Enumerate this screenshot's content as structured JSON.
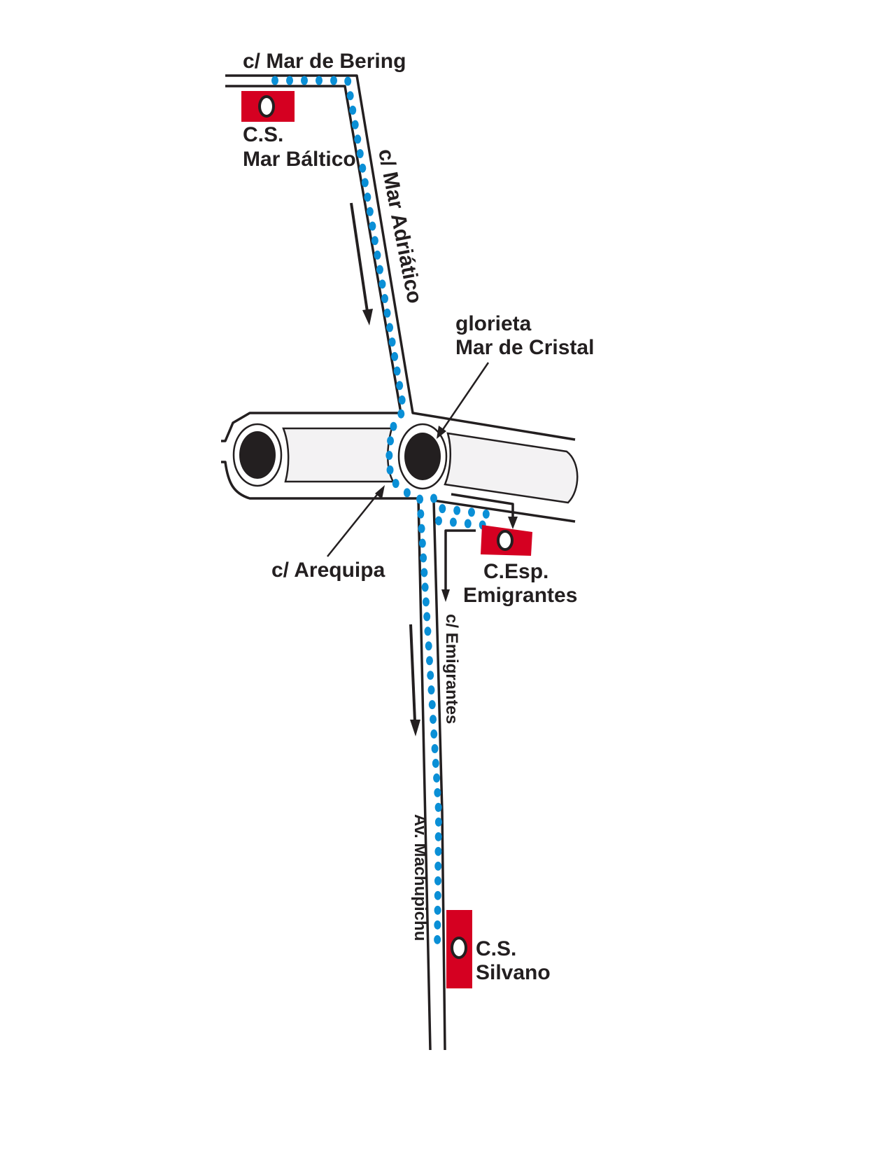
{
  "streets": {
    "mar_de_bering": "c/ Mar de Bering",
    "mar_adriatico": "c/ Mar Adriático",
    "glorieta_line1": "glorieta",
    "glorieta_line2": "Mar de Cristal",
    "arequipa": "c/ Arequipa",
    "emigrantes": "c/ Emigrantes",
    "machupichu": "Av. Machupichu"
  },
  "places": [
    {
      "line1": "C.S.",
      "line2": "Mar Báltico"
    },
    {
      "line1": "C.Esp.",
      "line2": "Emigrantes"
    },
    {
      "line1": "C.S.",
      "line2": "Silvano"
    }
  ],
  "colors": {
    "route": "#0a8fd6",
    "marker": "#d50021",
    "road": "#231f20",
    "fill": "#f3f2f3"
  }
}
